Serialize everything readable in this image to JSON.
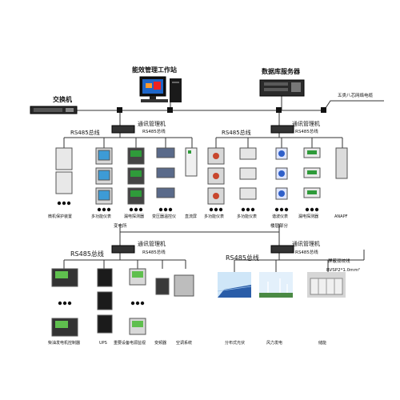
{
  "top": {
    "workstation": "能效管理工作站",
    "db_server": "数据库服务器",
    "switch": "交换机",
    "cable": "五类八芯网络电缆"
  },
  "comm_label": "通讯管理机",
  "rs485": "RS485总线",
  "group1": {
    "labels": [
      "微机保护装置",
      "多功能仪表",
      "漏电探测器",
      "变压器温控仪",
      "直流屏"
    ]
  },
  "group2": {
    "labels": [
      "多功能仪表",
      "多功能仪表",
      "谐波仪表",
      "漏电探测器",
      "ANAPF"
    ]
  },
  "section_labels": {
    "substation": "变电所",
    "floor": "楼层部分"
  },
  "group3": {
    "labels": [
      "柴油发电机控制器",
      "UPS",
      "重要设备电源监视",
      "变频器",
      "空调系统"
    ]
  },
  "group4": {
    "labels": [
      "分布式光伏",
      "风力发电",
      "储能"
    ],
    "twisted_pair": "屏蔽双绞线",
    "cable_spec": "RVSP2*1.0mm²"
  }
}
